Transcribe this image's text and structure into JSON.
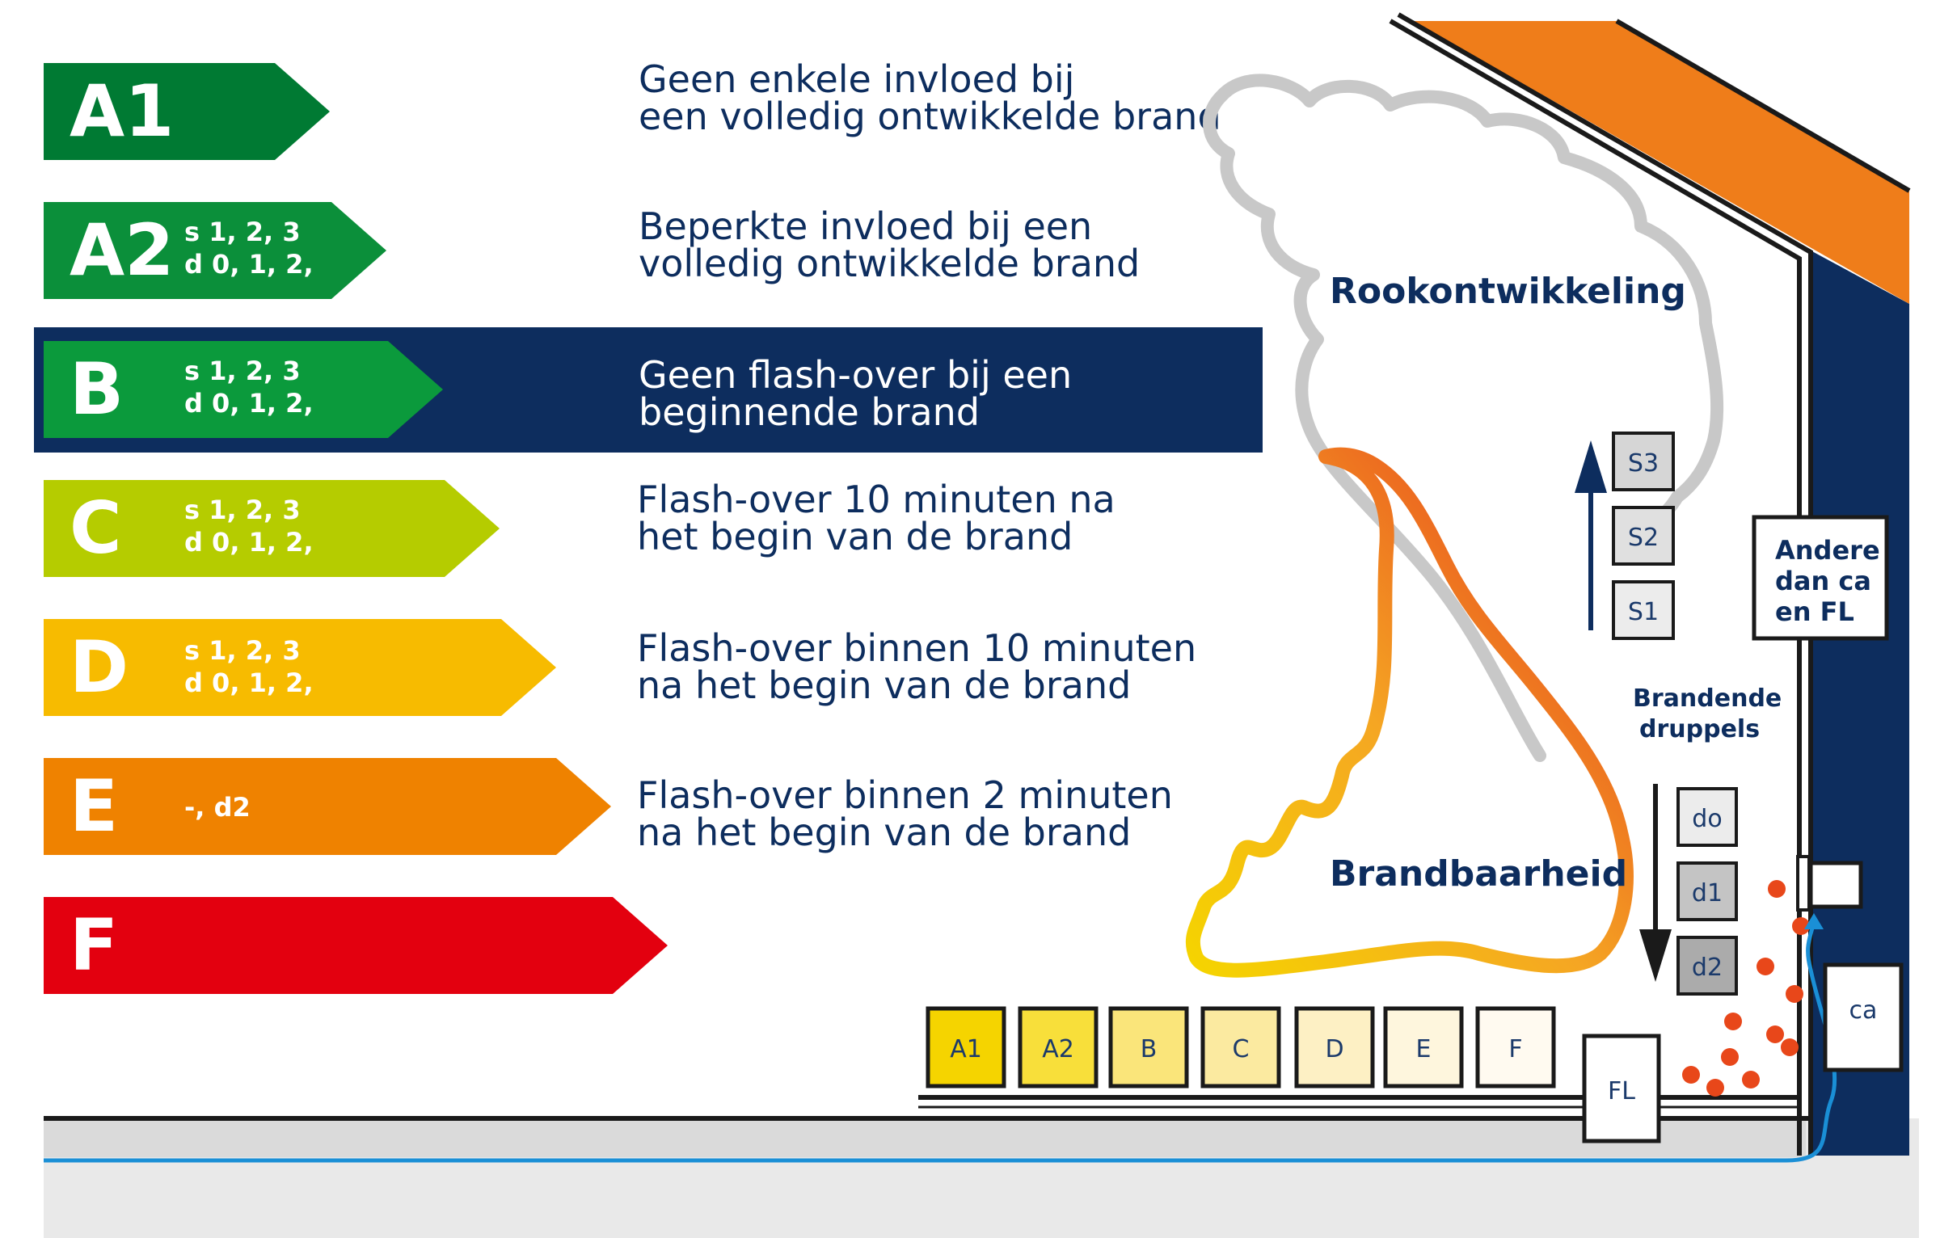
{
  "classes": [
    {
      "label": "A1",
      "sub1": "",
      "sub2": "",
      "desc1": "Geen enkele invloed bij",
      "desc2": "een volledig ontwikkelde brand",
      "color": "#007a33"
    },
    {
      "label": "A2",
      "sub1": "s 1, 2, 3",
      "sub2": "d 0, 1, 2,",
      "desc1": "Beperkte invloed bij een",
      "desc2": "volledig ontwikkelde brand",
      "color": "#0b8f3a"
    },
    {
      "label": "B",
      "sub1": "s 1, 2, 3",
      "sub2": "d 0, 1, 2,",
      "desc1": "Geen flash-over bij een",
      "desc2": "beginnende brand",
      "color": "#0b9a3c"
    },
    {
      "label": "C",
      "sub1": "s 1, 2, 3",
      "sub2": "d 0, 1, 2,",
      "desc1": "Flash-over 10 minuten na",
      "desc2": "het begin van de brand",
      "color": "#b5cc00"
    },
    {
      "label": "D",
      "sub1": "s 1, 2, 3",
      "sub2": "d 0, 1, 2,",
      "desc1": "Flash-over binnen 10 minuten",
      "desc2": "na het begin van de brand",
      "color": "#f7bb00"
    },
    {
      "label": "E",
      "sub1": "-, d2",
      "sub2": "",
      "desc1": "Flash-over binnen 2 minuten",
      "desc2": "na het begin van de brand",
      "color": "#ef8200"
    },
    {
      "label": "F",
      "sub1": "",
      "sub2": "",
      "desc1": "",
      "desc2": "",
      "color": "#e3000f"
    }
  ],
  "highlight_color": "#0d2d5e",
  "smoke_label": "Rookontwikkeling",
  "flammability_label": "Brandbaarheid",
  "smoke_levels": [
    "S3",
    "S2",
    "S1"
  ],
  "droplet_levels": [
    "do",
    "d1",
    "d2"
  ],
  "droplets_label_1": "Brandende",
  "droplets_label_2": "druppels",
  "floor_classes": [
    {
      "label": "A1",
      "color": "#f5d400"
    },
    {
      "label": "A2",
      "color": "#f8df3a"
    },
    {
      "label": "B",
      "color": "#fae57a"
    },
    {
      "label": "C",
      "color": "#fbeaa0"
    },
    {
      "label": "D",
      "color": "#fdf0c4"
    },
    {
      "label": "E",
      "color": "#fef6dd"
    },
    {
      "label": "F",
      "color": "#fffaf0"
    }
  ],
  "fl_label": "FL",
  "ca_label": "ca",
  "other_label_1": "Andere",
  "other_label_2": "dan ca",
  "other_label_3": "en FL",
  "roof_color": "#ef7d1a",
  "wall_color": "#0d2d5e"
}
